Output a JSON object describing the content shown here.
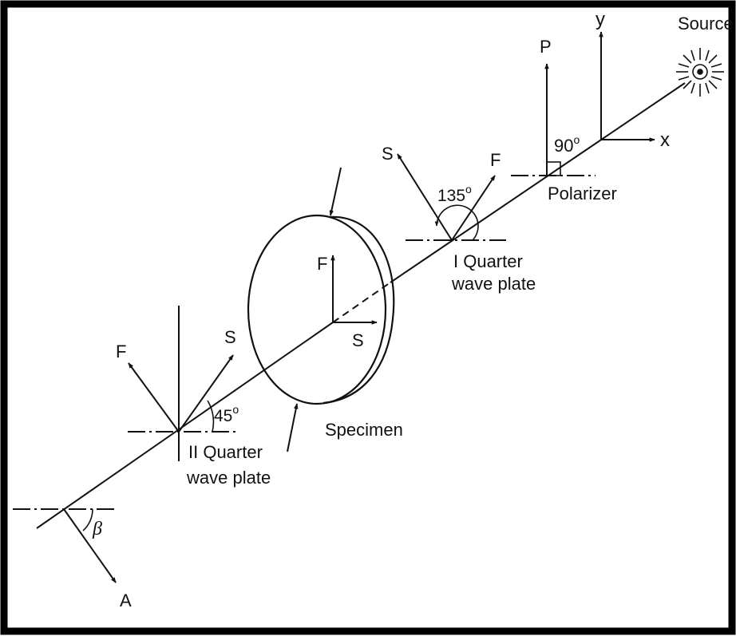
{
  "labels": {
    "source": "Source",
    "y_axis": "y",
    "x_axis": "x",
    "polarizer_axis": "P",
    "polarizer_angle": "90",
    "polarizer": "Polarizer",
    "qwp1_slow": "S",
    "qwp1_fast": "F",
    "qwp1_angle": "135",
    "qwp1_line1": "I Quarter",
    "qwp1_line2": "wave plate",
    "specimen_fast": "F",
    "specimen_slow": "S",
    "specimen": "Specimen",
    "qwp2_fast": "F",
    "qwp2_slow": "S",
    "qwp2_angle": "45",
    "qwp2_line1": "II Quarter",
    "qwp2_line2": "wave plate",
    "analyzer_angle": "β",
    "analyzer_axis": "A",
    "degree": "o"
  },
  "colors": {
    "ink": "#111111",
    "frame": "#000000",
    "background": "#ffffff"
  }
}
